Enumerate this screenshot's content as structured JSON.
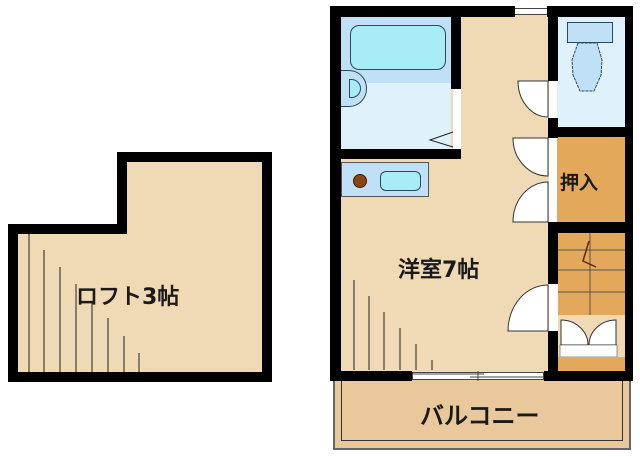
{
  "rooms": {
    "loft": {
      "label": "ロフト3帖",
      "color": "#f0dab6"
    },
    "western_room": {
      "label": "洋室7帖",
      "color": "#f0dab6"
    },
    "closet": {
      "label": "押入",
      "color": "#e3a85a"
    },
    "balcony": {
      "label": "バルコニー",
      "color": "#e9c99b"
    },
    "bathroom": {
      "color": "#dff1fb"
    },
    "toilet": {
      "color": "#dff1fb"
    },
    "stairs": {
      "color": "#e3a85a"
    }
  },
  "colors": {
    "wall": "#000000",
    "bathtub": "#a8ecf8",
    "fixture": "#bfe0f7"
  }
}
